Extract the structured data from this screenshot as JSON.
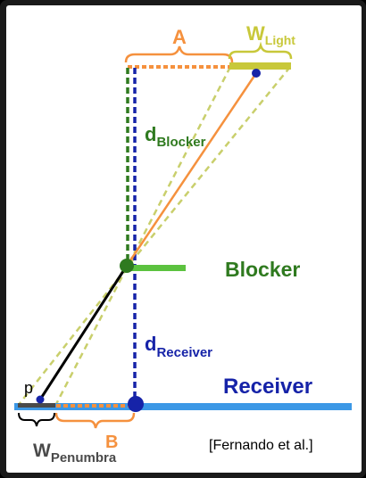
{
  "labels": {
    "a": "A",
    "b": "B",
    "w": "W",
    "light_sub": "Light",
    "penumbra_sub": "Penumbra",
    "d": "d",
    "blocker_sub": "Blocker",
    "receiver_sub": "Receiver",
    "blocker": "Blocker",
    "receiver": "Receiver",
    "p": "p",
    "citation": "[Fernando et al.]"
  },
  "colors": {
    "orange": "#f5913e",
    "light_bar": "#c8c83a",
    "dashed_yellow": "#c9cf6c",
    "green_dark": "#2f7a1f",
    "green_bar": "#5cc23f",
    "navy": "#1623a8",
    "receiver_blue": "#3c98e6",
    "penumbra_gray": "#4a4a4a",
    "black": "#000000"
  }
}
